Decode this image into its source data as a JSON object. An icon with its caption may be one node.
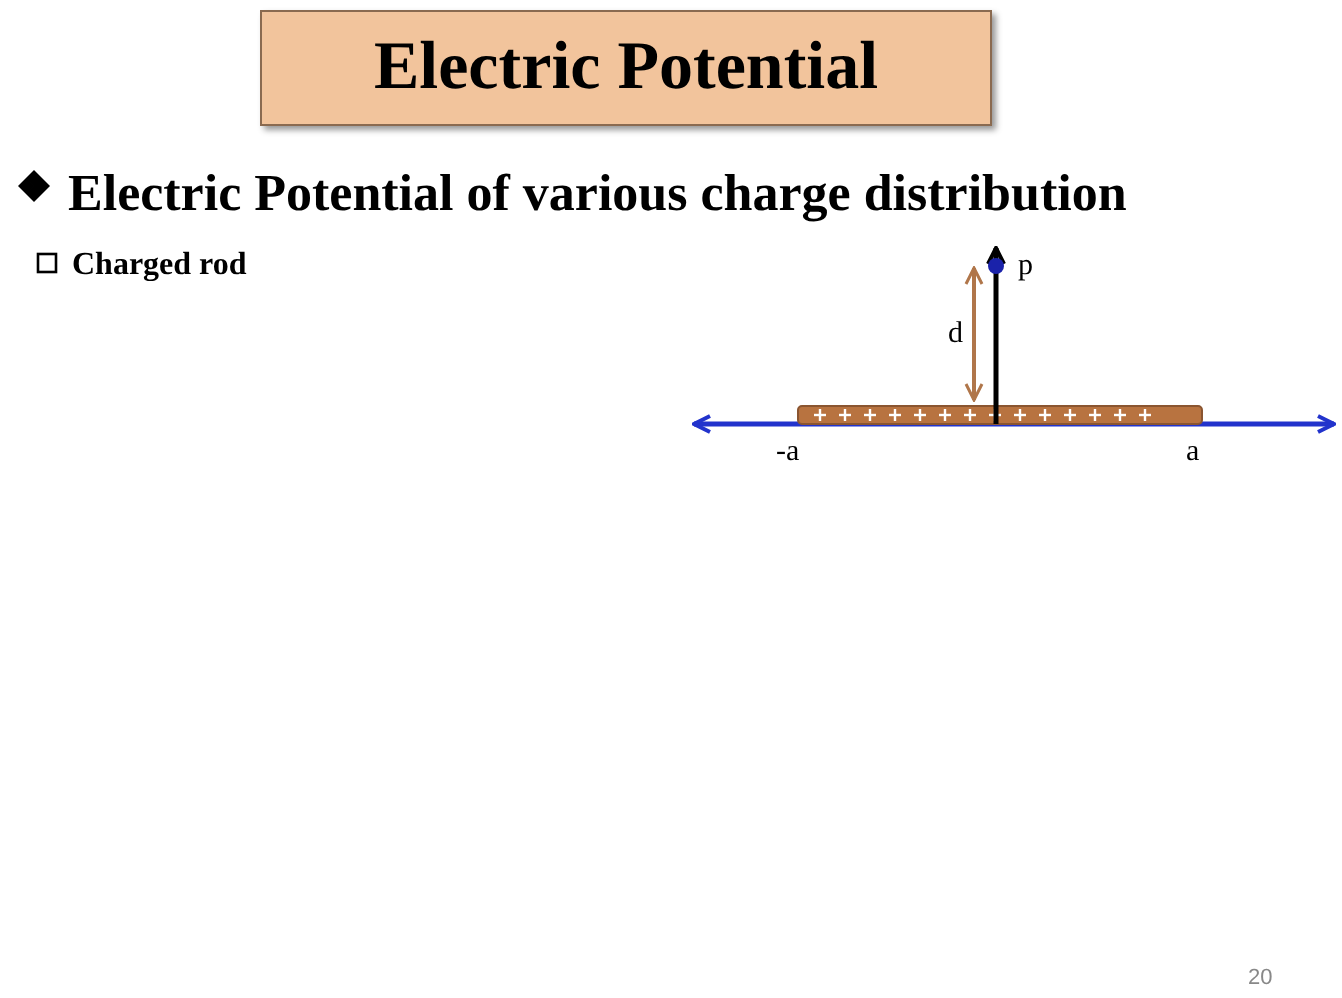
{
  "diagram": {
    "title": "Electric Potential",
    "labels": [
      "Electric Potential of various charge distribution",
      "Charged rod",
      "p",
      "d",
      "-a",
      "a",
      "20"
    ]
  }
}
